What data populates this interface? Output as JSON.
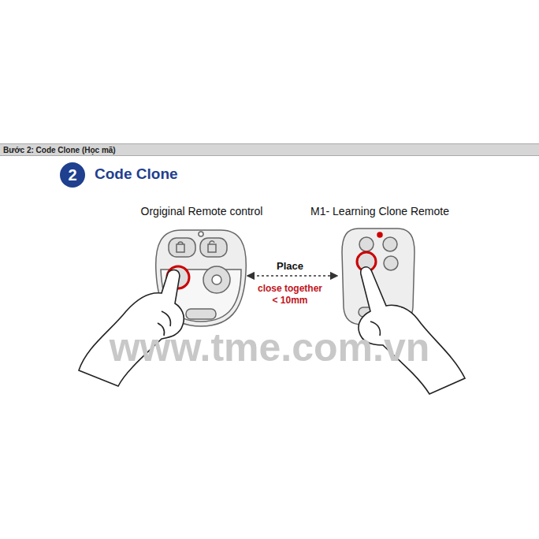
{
  "diagram": {
    "nodes": [
      {
        "text": [
          "Bước 2: Code Clone (Học mã)"
        ]
      },
      {
        "text": [
          "2"
        ]
      }
    ],
    "labels": [
      "Code Clone",
      "Orgiginal Remote control",
      "M1- Learning Clone Remote",
      "Place",
      "close together",
      "< 10mm",
      "www.tme.com.vn"
    ]
  }
}
